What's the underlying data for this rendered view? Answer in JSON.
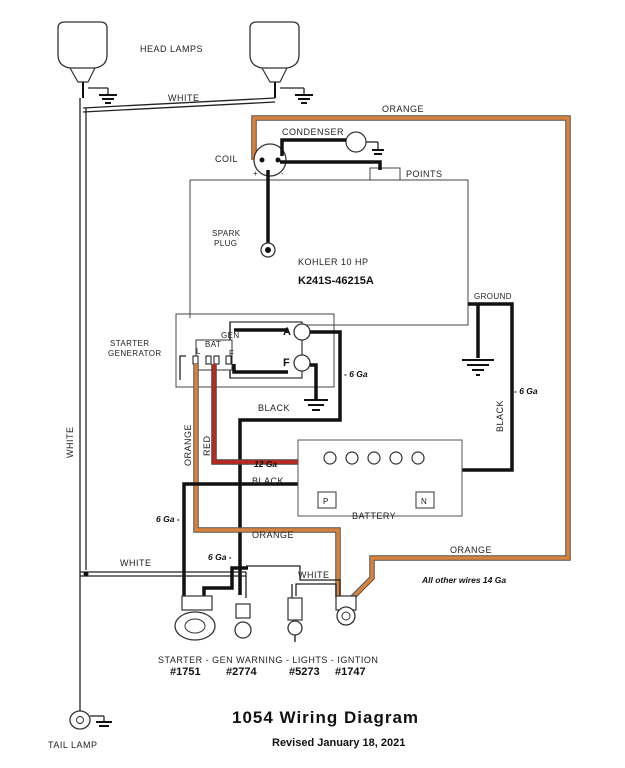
{
  "labels": {
    "head_lamps": "HEAD LAMPS",
    "white_top": "WHITE",
    "orange_top": "ORANGE",
    "condenser": "CONDENSER",
    "coil": "COIL",
    "points": "POINTS",
    "spark_plug_1": "SPARK",
    "spark_plug_2": "PLUG",
    "engine_name": "KOHLER 10 HP",
    "engine_model": "K241S-46215A",
    "ground": "GROUND",
    "starter_gen_1": "STARTER",
    "starter_gen_2": "GENERATOR",
    "term_a": "A",
    "term_f": "F",
    "term_bat": "BAT",
    "term_gen": "GEN",
    "term_l": "L",
    "term_f_small": "F",
    "six_ga_right": "- 6 Ga",
    "six_ga_far_right": "- 6 Ga",
    "black_mid": "BLACK",
    "black_right": "BLACK",
    "orange_left": "ORANGE",
    "red_left": "RED",
    "twelve_ga": "12 Ga",
    "black_batt": "BLACK",
    "batt_p": "P",
    "batt_n": "N",
    "battery": "BATTERY",
    "six_ga_left": "6 Ga -",
    "orange_mid": "ORANGE",
    "white_vertical": "WHITE",
    "white_lower": "WHITE",
    "six_ga_lower": "6 Ga -",
    "white_switch": "WHITE",
    "orange_lower_right": "ORANGE",
    "all_other": "All other wires 14 Ga",
    "sw_names": "STARTER - GEN WARNING - LIGHTS - IGNTION",
    "sw_1751": "#1751",
    "sw_2774": "#2774",
    "sw_5273": "#5273",
    "sw_1747": "#1747",
    "title": "1054  Wiring  Diagram",
    "revised": "Revised January 18, 2021",
    "tail_lamp": "TAIL LAMP"
  }
}
